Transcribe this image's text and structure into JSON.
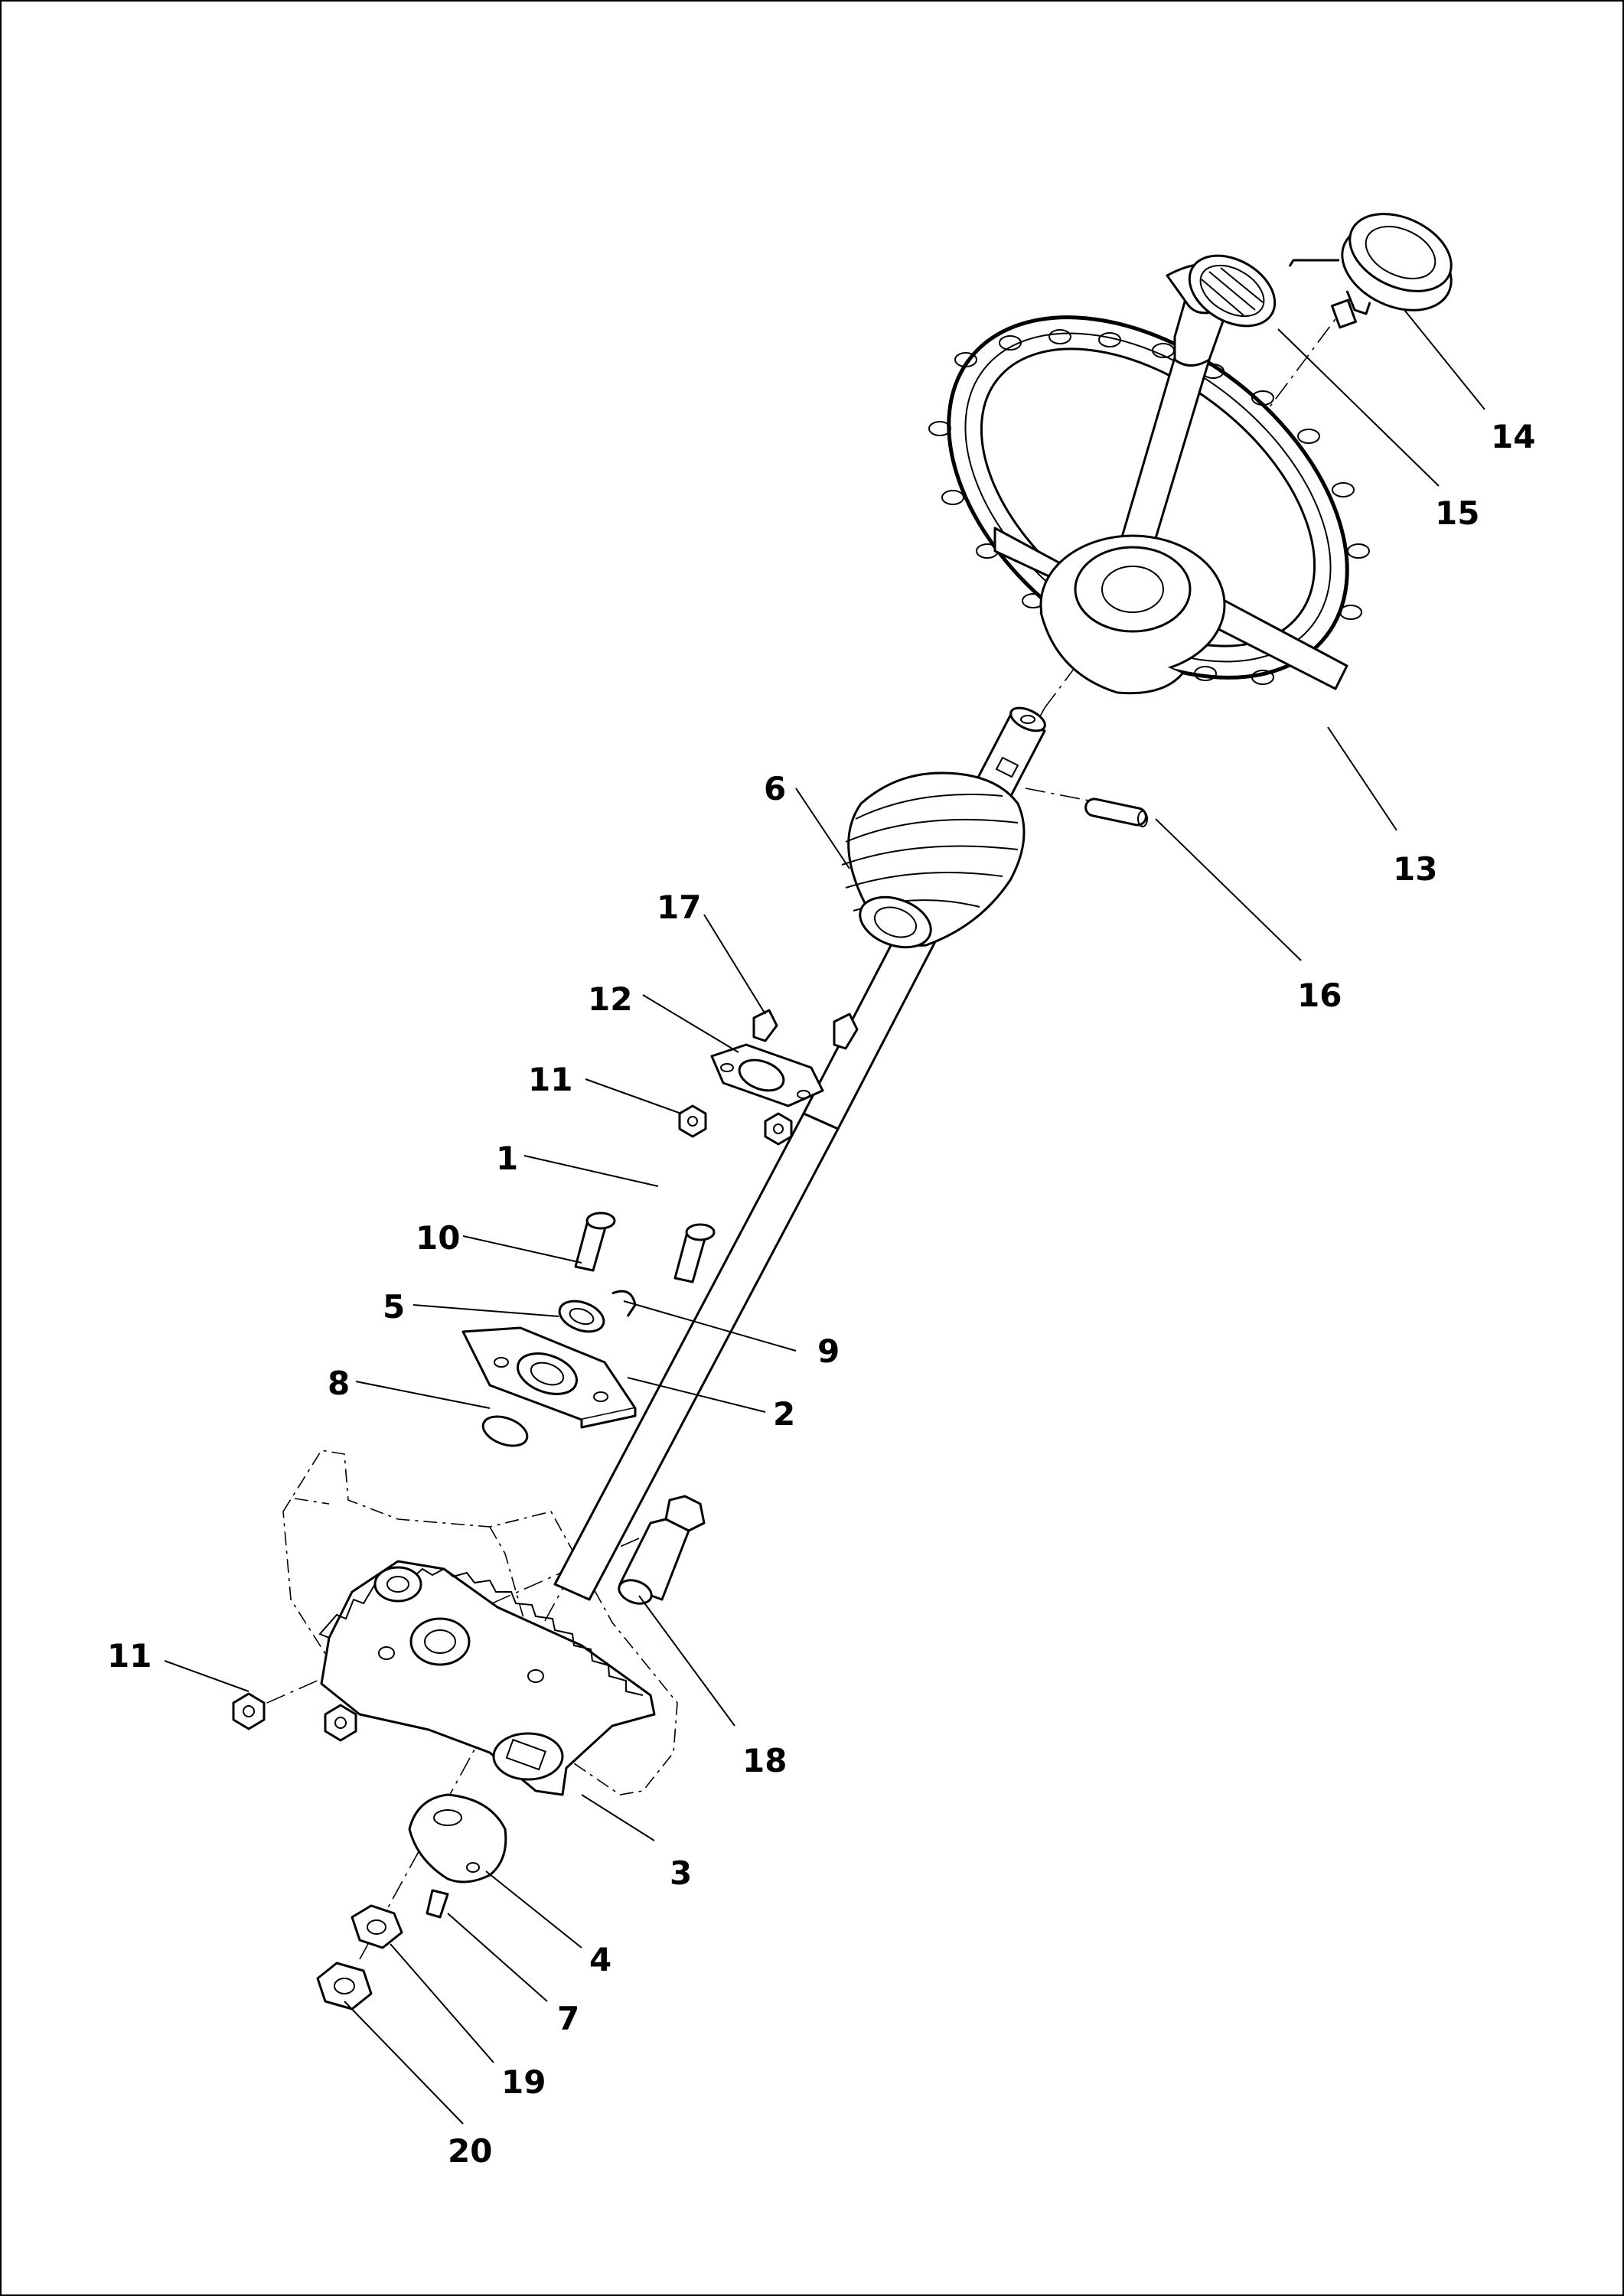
{
  "callouts": {
    "c14": "14",
    "c15": "15",
    "c13": "13",
    "c6": "6",
    "c16": "16",
    "c17": "17",
    "c12": "12",
    "c11a": "11",
    "c1": "1",
    "c10": "10",
    "c5": "5",
    "c9": "9",
    "c8": "8",
    "c2": "2",
    "c11b": "11",
    "c18": "18",
    "c3": "3",
    "c4": "4",
    "c7": "7",
    "c19": "19",
    "c20": "20"
  }
}
